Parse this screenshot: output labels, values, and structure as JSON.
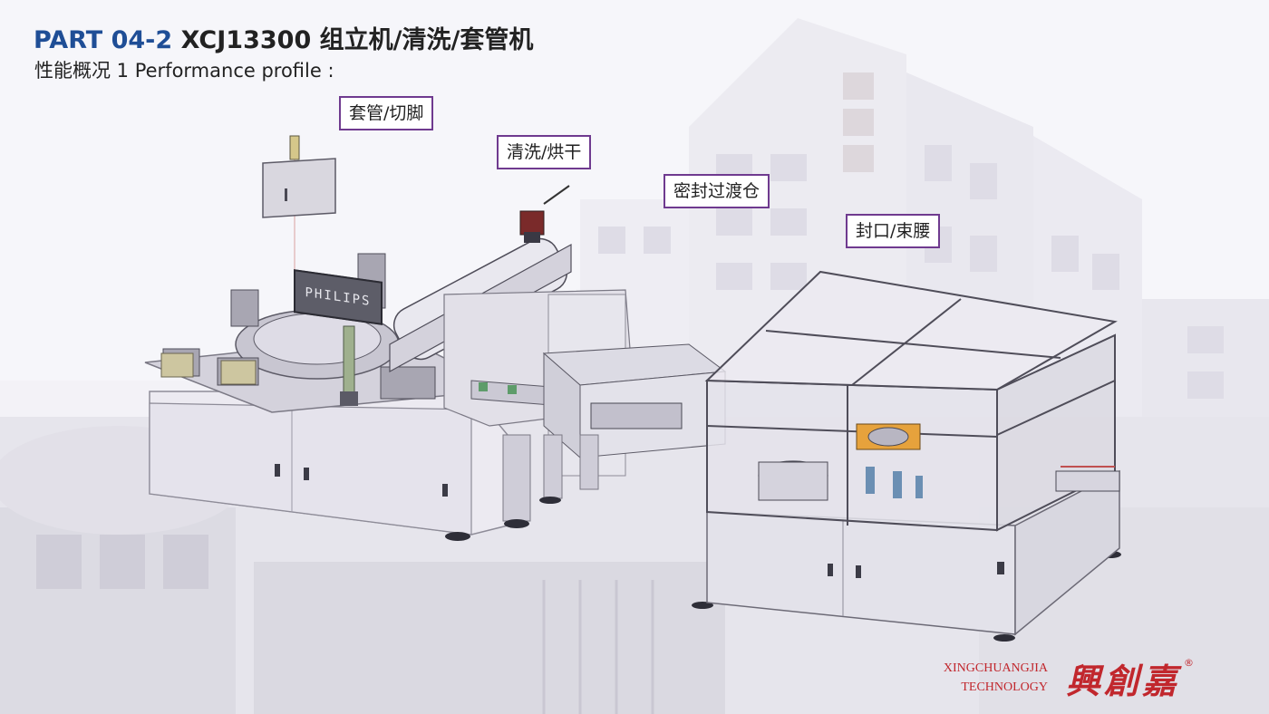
{
  "header": {
    "part": "PART 04-2",
    "model": "XCJ13300 组立机/清洗/套管机",
    "subtitle": "性能概况 1 Performance profile :"
  },
  "callouts": [
    {
      "label": "套管/切脚"
    },
    {
      "label": "清洗/烘干"
    },
    {
      "label": "密封过渡仓"
    },
    {
      "label": "封口/束腰"
    }
  ],
  "machine": {
    "plate_text": "PHILIPS"
  },
  "brand": {
    "en_line1": "XINGCHUANGJIA",
    "en_line2": "TECHNOLOGY",
    "cn": "興創嘉",
    "reg": "®"
  },
  "colors": {
    "accent_blue": "#1f4e96",
    "callout_border": "#6f3a8f",
    "brand_red": "#c1272d"
  }
}
